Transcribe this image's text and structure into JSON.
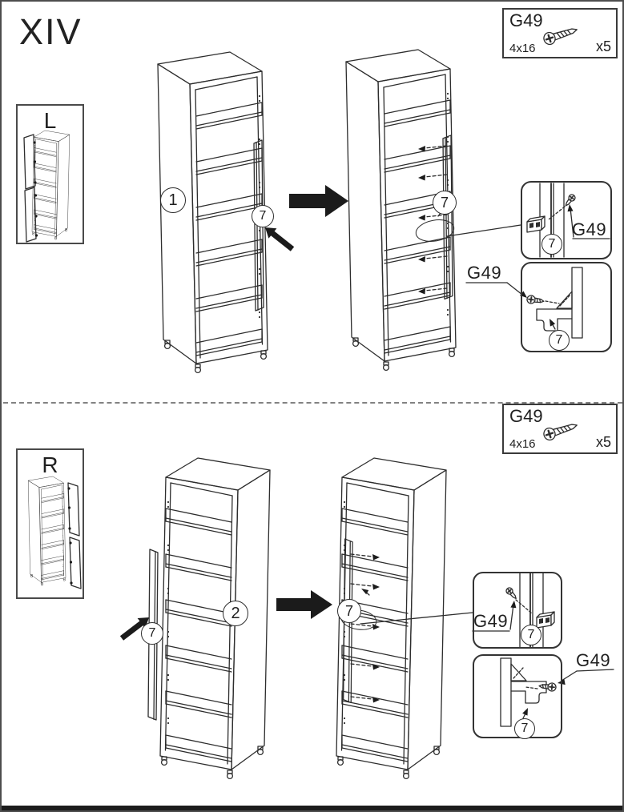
{
  "page": {
    "step_label": "XIV"
  },
  "top": {
    "parts_box": {
      "part_id": "G49",
      "size": "4x16",
      "quantity": "x5"
    },
    "orientation_label": "L",
    "panel_number": "1",
    "strip_number": "7",
    "installed_strip_number": "7",
    "callout_bracket": {
      "screw_label": "G49",
      "part_number": "7"
    },
    "callout_profile": {
      "screw_label": "G49",
      "part_number": "7"
    }
  },
  "bottom": {
    "parts_box": {
      "part_id": "G49",
      "size": "4x16",
      "quantity": "x5"
    },
    "orientation_label": "R",
    "panel_number": "2",
    "strip_number": "7",
    "installed_strip_number": "7",
    "callout_bracket": {
      "screw_label": "G49",
      "part_number": "7"
    },
    "callout_profile": {
      "screw_label": "G49",
      "part_number": "7"
    }
  },
  "icons": {
    "parts_screw": "wood-screw-icon",
    "step_arrow": "black-right-arrow-icon",
    "attach_arrow": "black-diagonal-arrow-icon",
    "bracket": "fixing-bracket-icon"
  },
  "colors": {
    "line": "#2d2d2d",
    "arrow_fill": "#1b1b1b"
  }
}
